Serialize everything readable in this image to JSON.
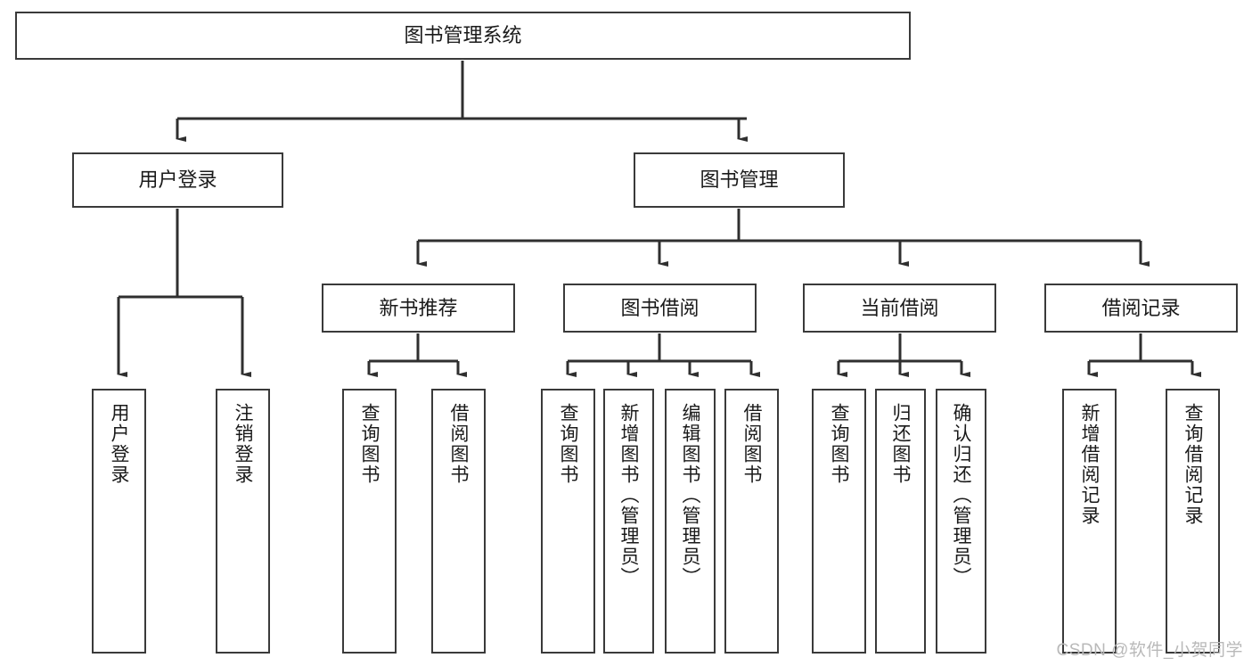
{
  "diagram": {
    "title": "图书管理系统",
    "type": "tree",
    "watermark": "CSDN @软件_小贺同学",
    "colors": {
      "box_border": "#3a3a3a",
      "box_fill": "#ffffff",
      "edge": "#2f2f2f",
      "text": "#1a1a1a",
      "watermark": "#b9b9b9",
      "background": "#ffffff"
    },
    "nodes": {
      "root": {
        "label": "图书管理系统",
        "orientation": "horizontal"
      },
      "level2": [
        {
          "id": "user-login",
          "label": "用户登录",
          "orientation": "horizontal"
        },
        {
          "id": "book-manage",
          "label": "图书管理",
          "orientation": "horizontal"
        }
      ],
      "level3": [
        {
          "id": "new-book-recommend",
          "label": "新书推荐",
          "orientation": "horizontal"
        },
        {
          "id": "book-borrow",
          "label": "图书借阅",
          "orientation": "horizontal"
        },
        {
          "id": "current-borrow",
          "label": "当前借阅",
          "orientation": "horizontal"
        },
        {
          "id": "borrow-record",
          "label": "借阅记录",
          "orientation": "horizontal"
        }
      ],
      "leaves": [
        {
          "id": "leaf-user-login",
          "parent": "user-login",
          "label": "用户登录",
          "orientation": "vertical"
        },
        {
          "id": "leaf-logout-login",
          "parent": "user-login",
          "label": "注销登录",
          "orientation": "vertical"
        },
        {
          "id": "leaf-query-book-1",
          "parent": "new-book-recommend",
          "label": "查询图书",
          "orientation": "vertical"
        },
        {
          "id": "leaf-borrow-book-1",
          "parent": "new-book-recommend",
          "label": "借阅图书",
          "orientation": "vertical"
        },
        {
          "id": "leaf-query-book-2",
          "parent": "book-borrow",
          "label": "查询图书",
          "orientation": "vertical"
        },
        {
          "id": "leaf-add-book",
          "parent": "book-borrow",
          "label": "新增图书（管理员）",
          "orientation": "vertical"
        },
        {
          "id": "leaf-edit-book",
          "parent": "book-borrow",
          "label": "编辑图书（管理员）",
          "orientation": "vertical"
        },
        {
          "id": "leaf-borrow-book-2",
          "parent": "book-borrow",
          "label": "借阅图书",
          "orientation": "vertical"
        },
        {
          "id": "leaf-query-book-3",
          "parent": "current-borrow",
          "label": "查询图书",
          "orientation": "vertical"
        },
        {
          "id": "leaf-return-book",
          "parent": "current-borrow",
          "label": "归还图书",
          "orientation": "vertical"
        },
        {
          "id": "leaf-confirm-return",
          "parent": "current-borrow",
          "label": "确认归还（管理员）",
          "orientation": "vertical"
        },
        {
          "id": "leaf-add-record",
          "parent": "borrow-record",
          "label": "新增借阅记录",
          "orientation": "vertical"
        },
        {
          "id": "leaf-query-record",
          "parent": "borrow-record",
          "label": "查询借阅记录",
          "orientation": "vertical"
        }
      ]
    }
  }
}
